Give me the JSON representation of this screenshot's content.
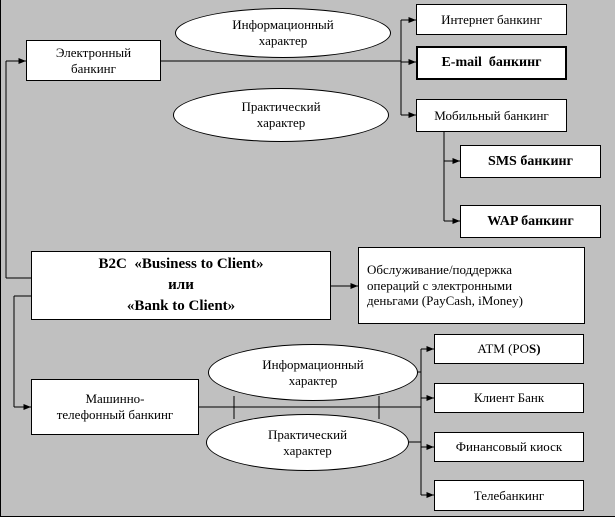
{
  "diagram": {
    "background": "#c0c0c0",
    "node_fill": "#ffffff",
    "line_color": "#000000",
    "nodes": {
      "electronic_banking": {
        "label": "Электронный\nбанкинг"
      },
      "info_character_top": {
        "label": "Информационный\nхарактер"
      },
      "pract_character_top": {
        "label": "Практический\nхарактер"
      },
      "internet_banking": {
        "label": "Интернет банкинг"
      },
      "email_banking": {
        "label": "E-mail  банкинг"
      },
      "mobile_banking": {
        "label": "Мобильный банкинг"
      },
      "sms_banking": {
        "label": "SMS банкинг"
      },
      "wap_banking": {
        "label": "WAP банкинг"
      },
      "b2c": {
        "label": "B2C  «Business to Client»\nили\n«Bank to Client»"
      },
      "emoney_service": {
        "label": "Обслуживание/поддержка\nопераций с электронными\nденьгами (PayCash, iMoney)"
      },
      "machine_phone_banking": {
        "label": "Машинно-\nтелефонный банкинг"
      },
      "info_character_bottom": {
        "label": "Информационный\nхарактер"
      },
      "pract_character_bottom": {
        "label": "Практический\nхарактер"
      },
      "atm": {
        "label_normal": "ATM (PO",
        "label_bold": "S)"
      },
      "client_bank": {
        "label": "Клиент Банк"
      },
      "financial_kiosk": {
        "label": "Финансовый киоск"
      },
      "telebanking": {
        "label": "Телебанкинг"
      }
    }
  }
}
